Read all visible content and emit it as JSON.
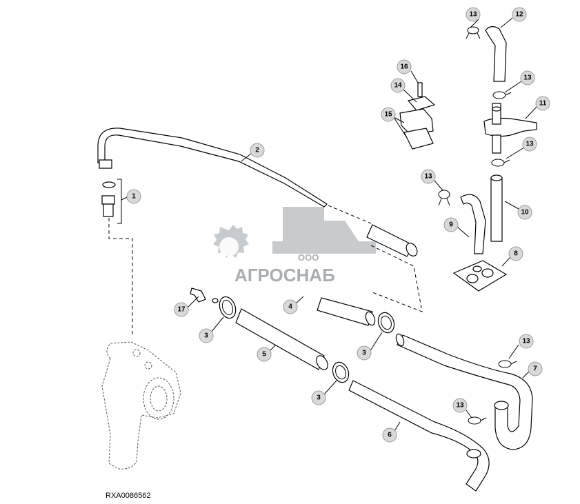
{
  "diagram": {
    "reference_code": "RXA0086562",
    "watermark": {
      "line1": "ООО",
      "line2": "АГРОСНАБ"
    },
    "callouts": [
      "1",
      "2",
      "3",
      "3",
      "3",
      "4",
      "5",
      "6",
      "7",
      "8",
      "9",
      "10",
      "11",
      "12",
      "13",
      "13",
      "13",
      "13",
      "13",
      "13",
      "14",
      "15",
      "16",
      "17"
    ]
  }
}
